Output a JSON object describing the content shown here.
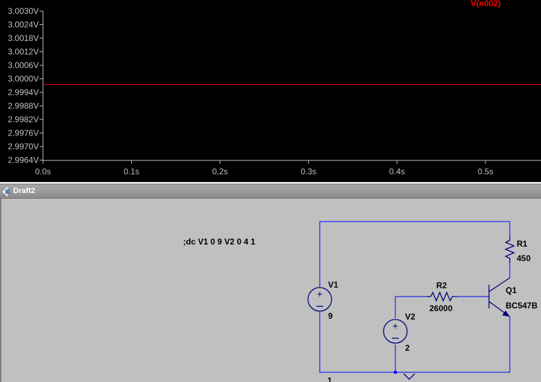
{
  "plot": {
    "trace_label": "V(n002)",
    "trace_color": "#ff0000",
    "axis_color": "#c0c0c0",
    "y_ticks": [
      "3.0030V",
      "3.0024V",
      "3.0018V",
      "3.0012V",
      "3.0006V",
      "3.0000V",
      "2.9994V",
      "2.9988V",
      "2.9982V",
      "2.9976V",
      "2.9970V",
      "2.9964V"
    ],
    "x_ticks": [
      "0.0s",
      "0.1s",
      "0.2s",
      "0.3s",
      "0.4s",
      "0.5s"
    ],
    "trace_value": 2.99975
  },
  "draft": {
    "title": "Draft2",
    "directive": ";dc V1 0 9  V2 0 4 1",
    "components": {
      "v1": {
        "name": "V1",
        "value": "9"
      },
      "v2": {
        "name": "V2",
        "value": "2"
      },
      "r1": {
        "name": "R1",
        "value": "450"
      },
      "r2": {
        "name": "R2",
        "value": "26000"
      },
      "q1": {
        "name": "Q1",
        "value": "BC547B"
      }
    },
    "wire_color": "#0000ff",
    "part_color": "#000080",
    "net_label_partial": "1"
  }
}
